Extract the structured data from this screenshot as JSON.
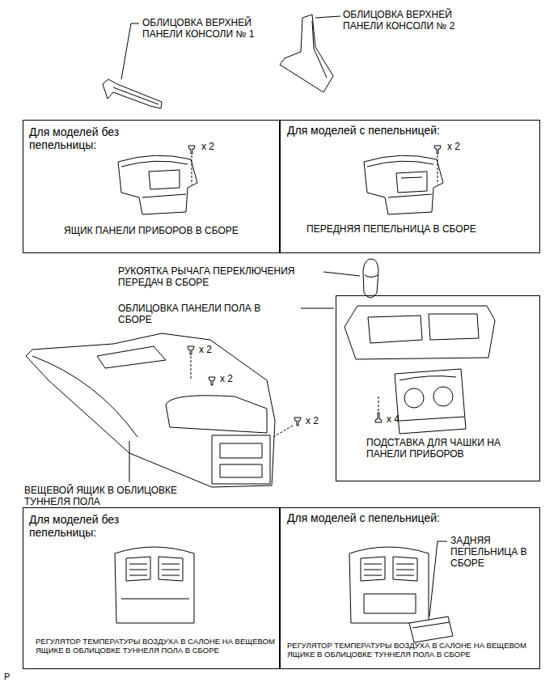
{
  "diagram": {
    "nodes": [
      {
        "text": [
          "Для моделей без пепельницы:",
          "x 2",
          "ЯЩИК ПАНЕЛИ ПРИБОРОВ В СБОРЕ"
        ]
      },
      {
        "text": [
          "Для моделей с пепельницей:",
          "x 2",
          "ПЕРЕДНЯЯ ПЕПЕЛЬНИЦА В СБОРЕ"
        ]
      },
      {
        "text": [
          "x 4",
          "ПОДСТАВКА ДЛЯ ЧАШКИ НА ПАНЕЛИ ПРИБОРОВ"
        ]
      },
      {
        "text": [
          "Для моделей без пепельницы:",
          "РЕГУЛЯТОР ТЕМПЕРАТУРЫ ВОЗДУХА В САЛОНЕ НА ВЕЩЕВОМ ЯЩИКЕ В ОБЛИЦОВКЕ ТУННЕЛЯ ПОЛА В СБОРЕ"
        ]
      },
      {
        "text": [
          "Для моделей с пепельницей:",
          "ЗАДНЯЯ ПЕПЕЛЬНИЦА В СБОРЕ",
          "РЕГУЛЯТОР ТЕМПЕРАТУРЫ ВОЗДУХА В САЛОНЕ НА ВЕЩЕВОМ ЯЩИКЕ В ОБЛИЦОВКЕ ТУННЕЛЯ ПОЛА В СБОРЕ"
        ]
      }
    ],
    "labels": [
      "ОБЛИЦОВКА ВЕРХНЕЙ ПАНЕЛИ КОНСОЛИ № 1",
      "ОБЛИЦОВКА ВЕРХНЕЙ ПАНЕЛИ КОНСОЛИ № 2",
      "РУКОЯТКА РЫЧАГА ПЕРЕКЛЮЧЕНИЯ ПЕРЕДАЧ В СБОРЕ",
      "ОБЛИЦОВКА ПАНЕЛИ ПОЛА В СБОРЕ",
      "x 2",
      "x 2",
      "x 2",
      "ВЕЩЕВОЙ ЯЩИК В ОБЛИЦОВКЕ ТУННЕЛЯ ПОЛА",
      "P"
    ]
  }
}
